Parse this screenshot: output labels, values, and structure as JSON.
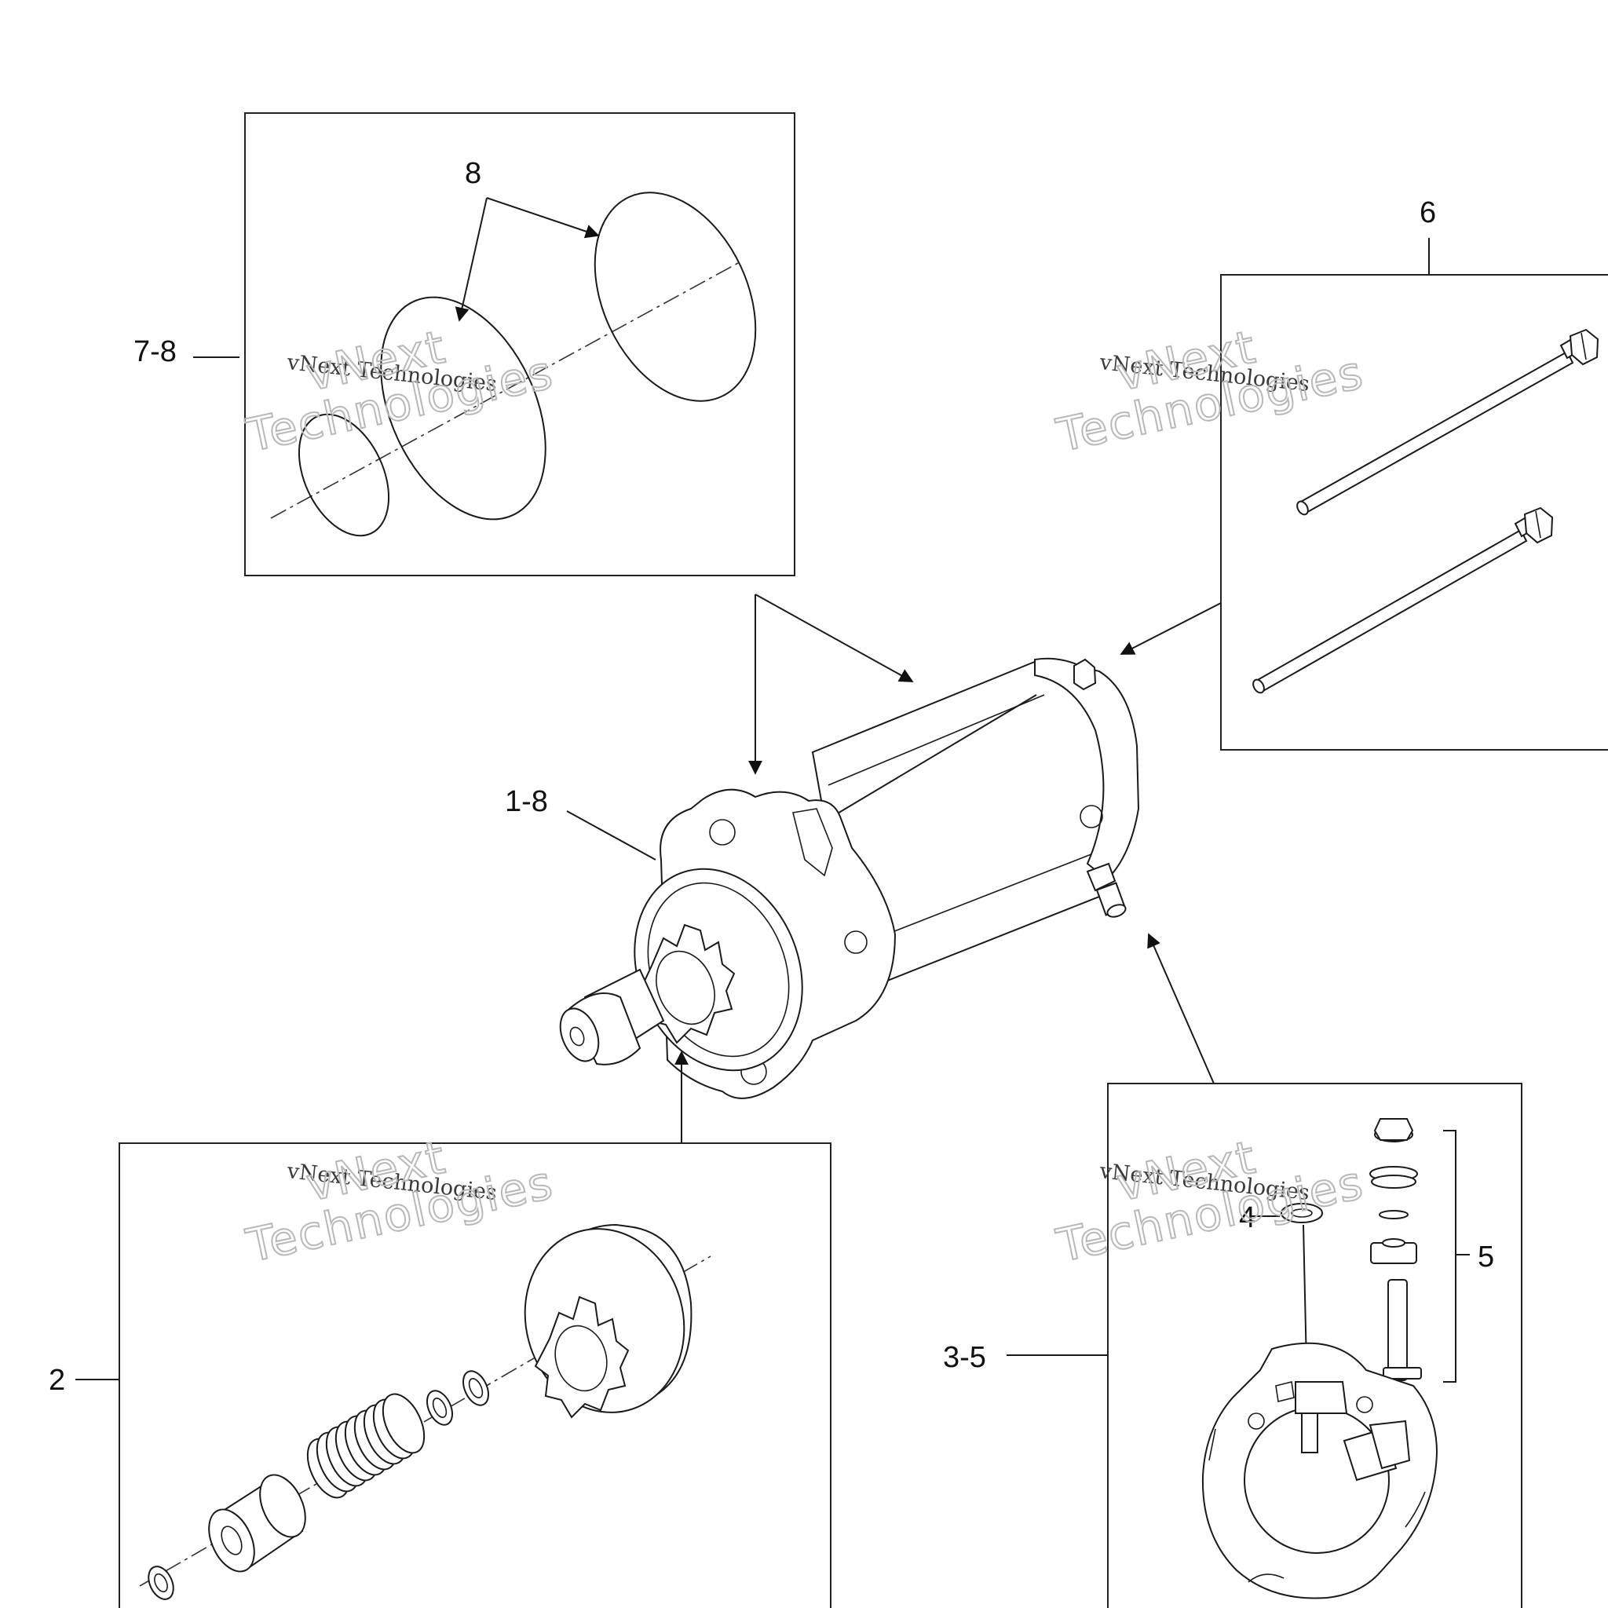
{
  "callouts": {
    "c78": "7-8",
    "c8": "8",
    "c6": "6",
    "c18": "1-8",
    "c2": "2",
    "c35": "3-5",
    "c4": "4",
    "c5": "5"
  },
  "watermark": {
    "line1": "vNext Technologies",
    "line2": "vNext",
    "line3": "Technologies"
  }
}
